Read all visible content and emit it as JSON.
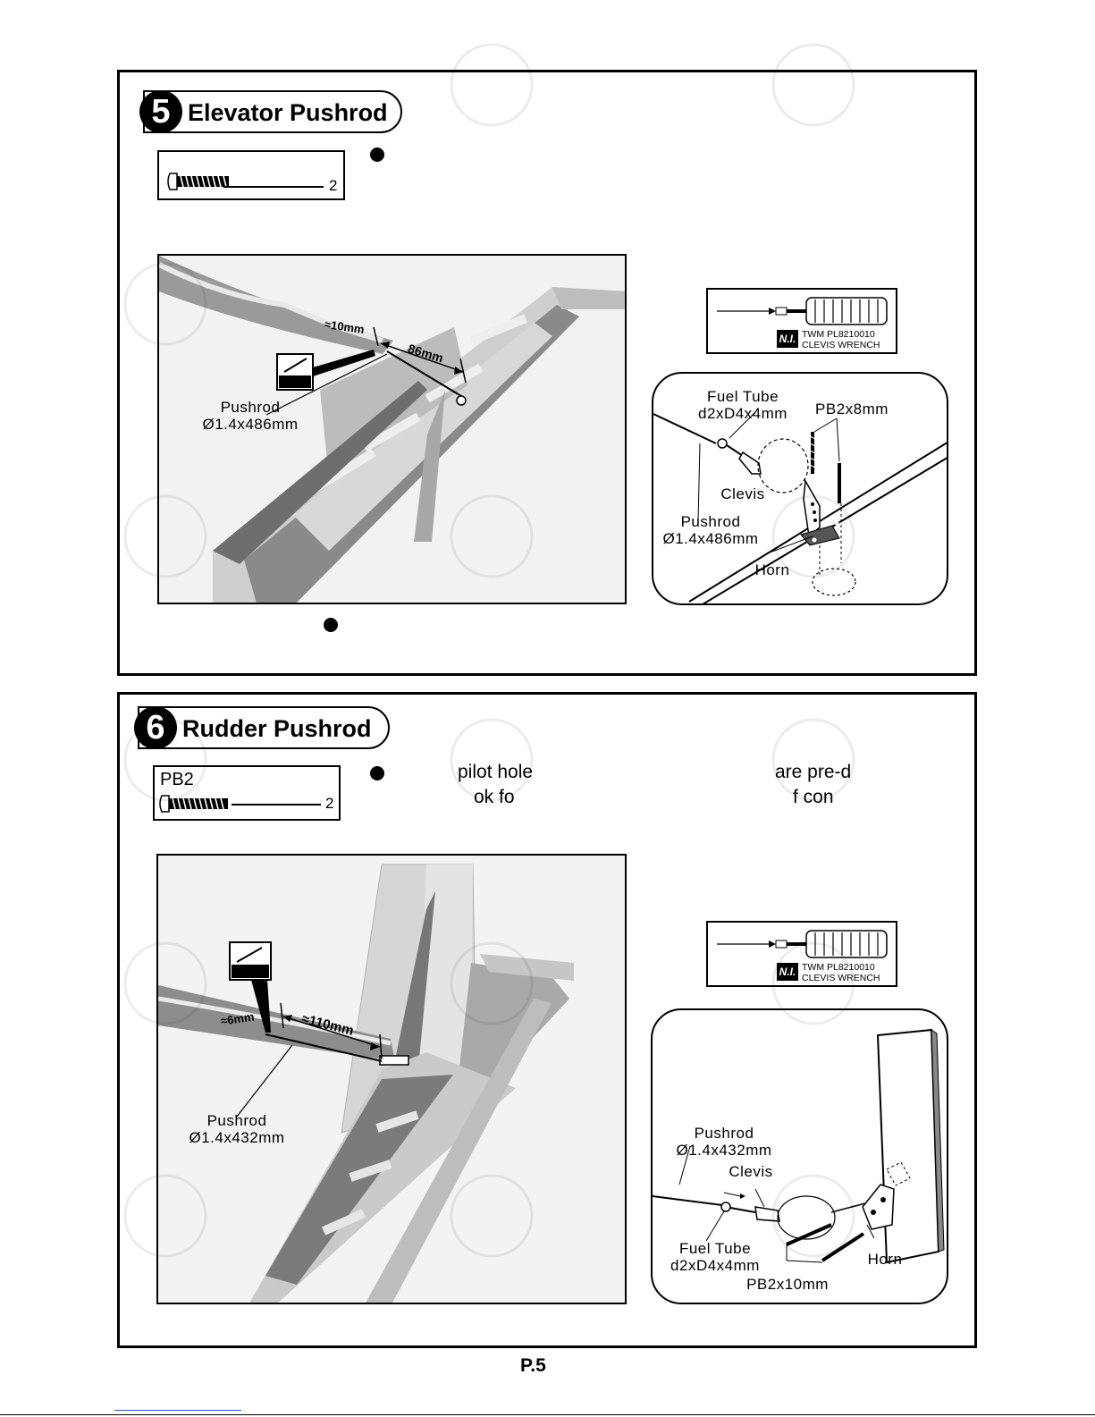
{
  "section5": {
    "step_number": "5",
    "title": "Elevator Pushrod",
    "hardware": {
      "qty": "2"
    },
    "tool": {
      "badge": "N.I.",
      "line1": "TWM PL8210010",
      "line2": "CLEVIS WRENCH"
    },
    "photo": {
      "dim_short": "≈10mm",
      "dim_long": "86mm",
      "pushrod_label_1": "Pushrod",
      "pushrod_label_2": "Ø1.4x486mm"
    },
    "detail": {
      "fuel_tube_1": "Fuel Tube",
      "fuel_tube_2": "d2xD4x4mm",
      "screw": "PB2x8mm",
      "clevis": "Clevis",
      "pushrod_1": "Pushrod",
      "pushrod_2": "Ø1.4x486mm",
      "horn": "Horn"
    }
  },
  "section6": {
    "step_number": "6",
    "title": "Rudder Pushrod",
    "hardware": {
      "name": "PB2",
      "qty": "2"
    },
    "instruction_fragments": [
      "pilot hole",
      "are pre-d",
      "ok fo",
      "f con"
    ],
    "tool": {
      "badge": "N.I.",
      "line1": "TWM PL8210010",
      "line2": "CLEVIS WRENCH"
    },
    "photo": {
      "dim_short": "≈6mm",
      "dim_long": "≈110mm",
      "pushrod_label_1": "Pushrod",
      "pushrod_label_2": "Ø1.4x432mm"
    },
    "detail": {
      "pushrod_1": "Pushrod",
      "pushrod_2": "Ø1.4x432mm",
      "clevis": "Clevis",
      "fuel_tube_1": "Fuel Tube",
      "fuel_tube_2": "d2xD4x4mm",
      "horn": "Horn",
      "screw": "PB2x10mm"
    }
  },
  "footer": {
    "page_number": "P.5"
  }
}
